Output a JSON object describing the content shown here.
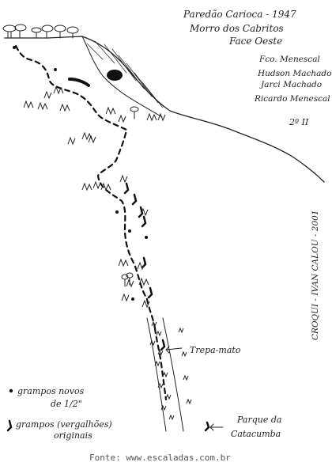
{
  "title": {
    "line1": "Paredão Carioca - 1947",
    "line2": "Morro dos Cabritos",
    "line3": "Face Oeste"
  },
  "climbers": [
    "Fco. Menescal",
    "Hudson Machado",
    "Jarci Machado",
    "Ricardo Menescal"
  ],
  "grade": "2º II",
  "credit": "CROQUI - IVAN CALOU - 2001",
  "labels": {
    "trepa_mato": "Trepa-mato",
    "parque_line1": "Parque da",
    "parque_line2": "Catacumba"
  },
  "legend": {
    "new_bolts_line1": "grampos novos",
    "new_bolts_line2": "de 1/2\"",
    "orig_bolts_line1": "grampos (vergalhões)",
    "orig_bolts_line2": "originais"
  },
  "source": "Fonte: www.escaladas.com.br",
  "colors": {
    "ink": "#222222",
    "source_text": "#555555"
  }
}
